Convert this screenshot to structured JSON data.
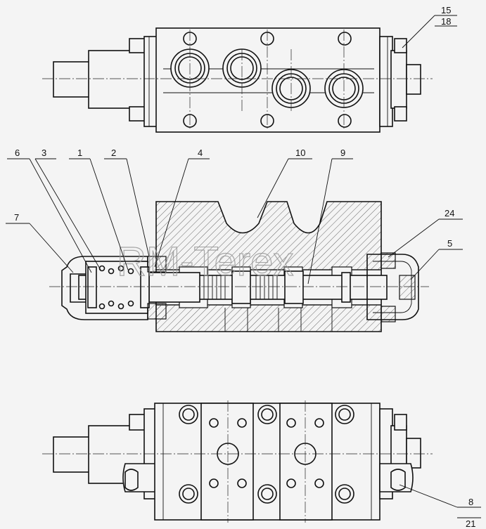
{
  "watermark": "RM-Terex",
  "callouts": {
    "c1": "1",
    "c2": "2",
    "c3": "3",
    "c4": "4",
    "c5": "5",
    "c6": "6",
    "c7": "7",
    "c8": "8",
    "c9": "9",
    "c10": "10",
    "c15": "15",
    "c18": "18",
    "c21": "21",
    "c24": "24"
  }
}
